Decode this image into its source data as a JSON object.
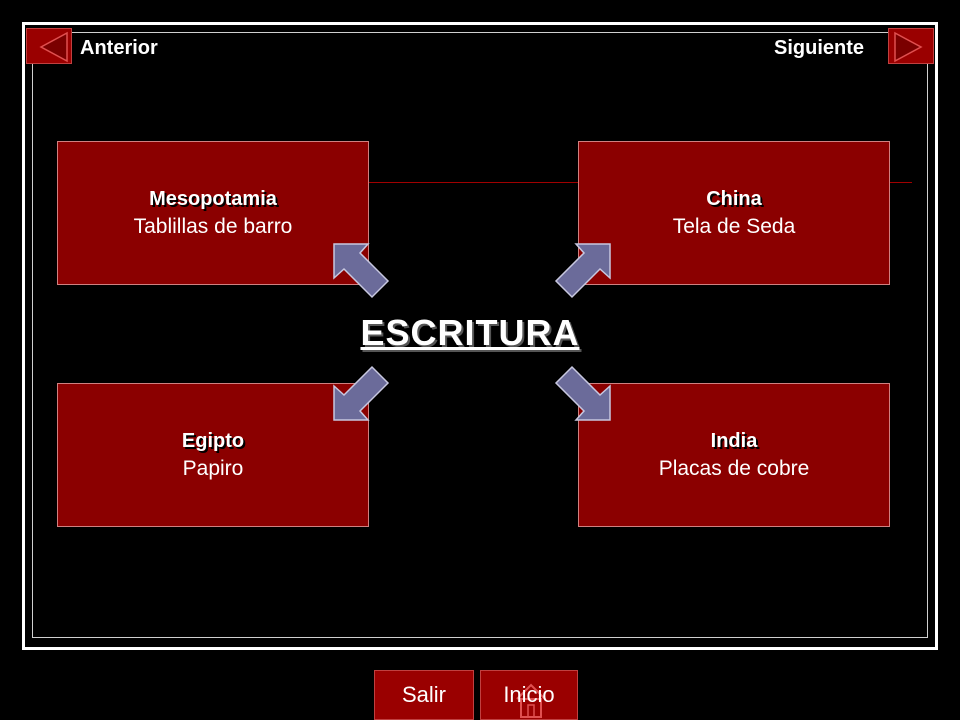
{
  "nav": {
    "prev_label": "Anterior",
    "next_label": "Siguiente"
  },
  "center": {
    "title": "ESCRITURA"
  },
  "boxes": [
    {
      "title": "Mesopotamia",
      "subtitle": "Tablillas de barro"
    },
    {
      "title": "China",
      "subtitle": "Tela de Seda"
    },
    {
      "title": "Egipto",
      "subtitle": "Papiro"
    },
    {
      "title": "India",
      "subtitle": "Placas de cobre"
    }
  ],
  "footer": {
    "exit_label": "Salir",
    "home_label": "Inicio"
  },
  "colors": {
    "background": "#000000",
    "box_fill": "#8b0000",
    "arrow_fill": "#6b6b9a",
    "button_fill": "#9a0000"
  },
  "icons": {
    "prev": "triangle-left-icon",
    "next": "triangle-right-icon",
    "home": "house-icon"
  }
}
